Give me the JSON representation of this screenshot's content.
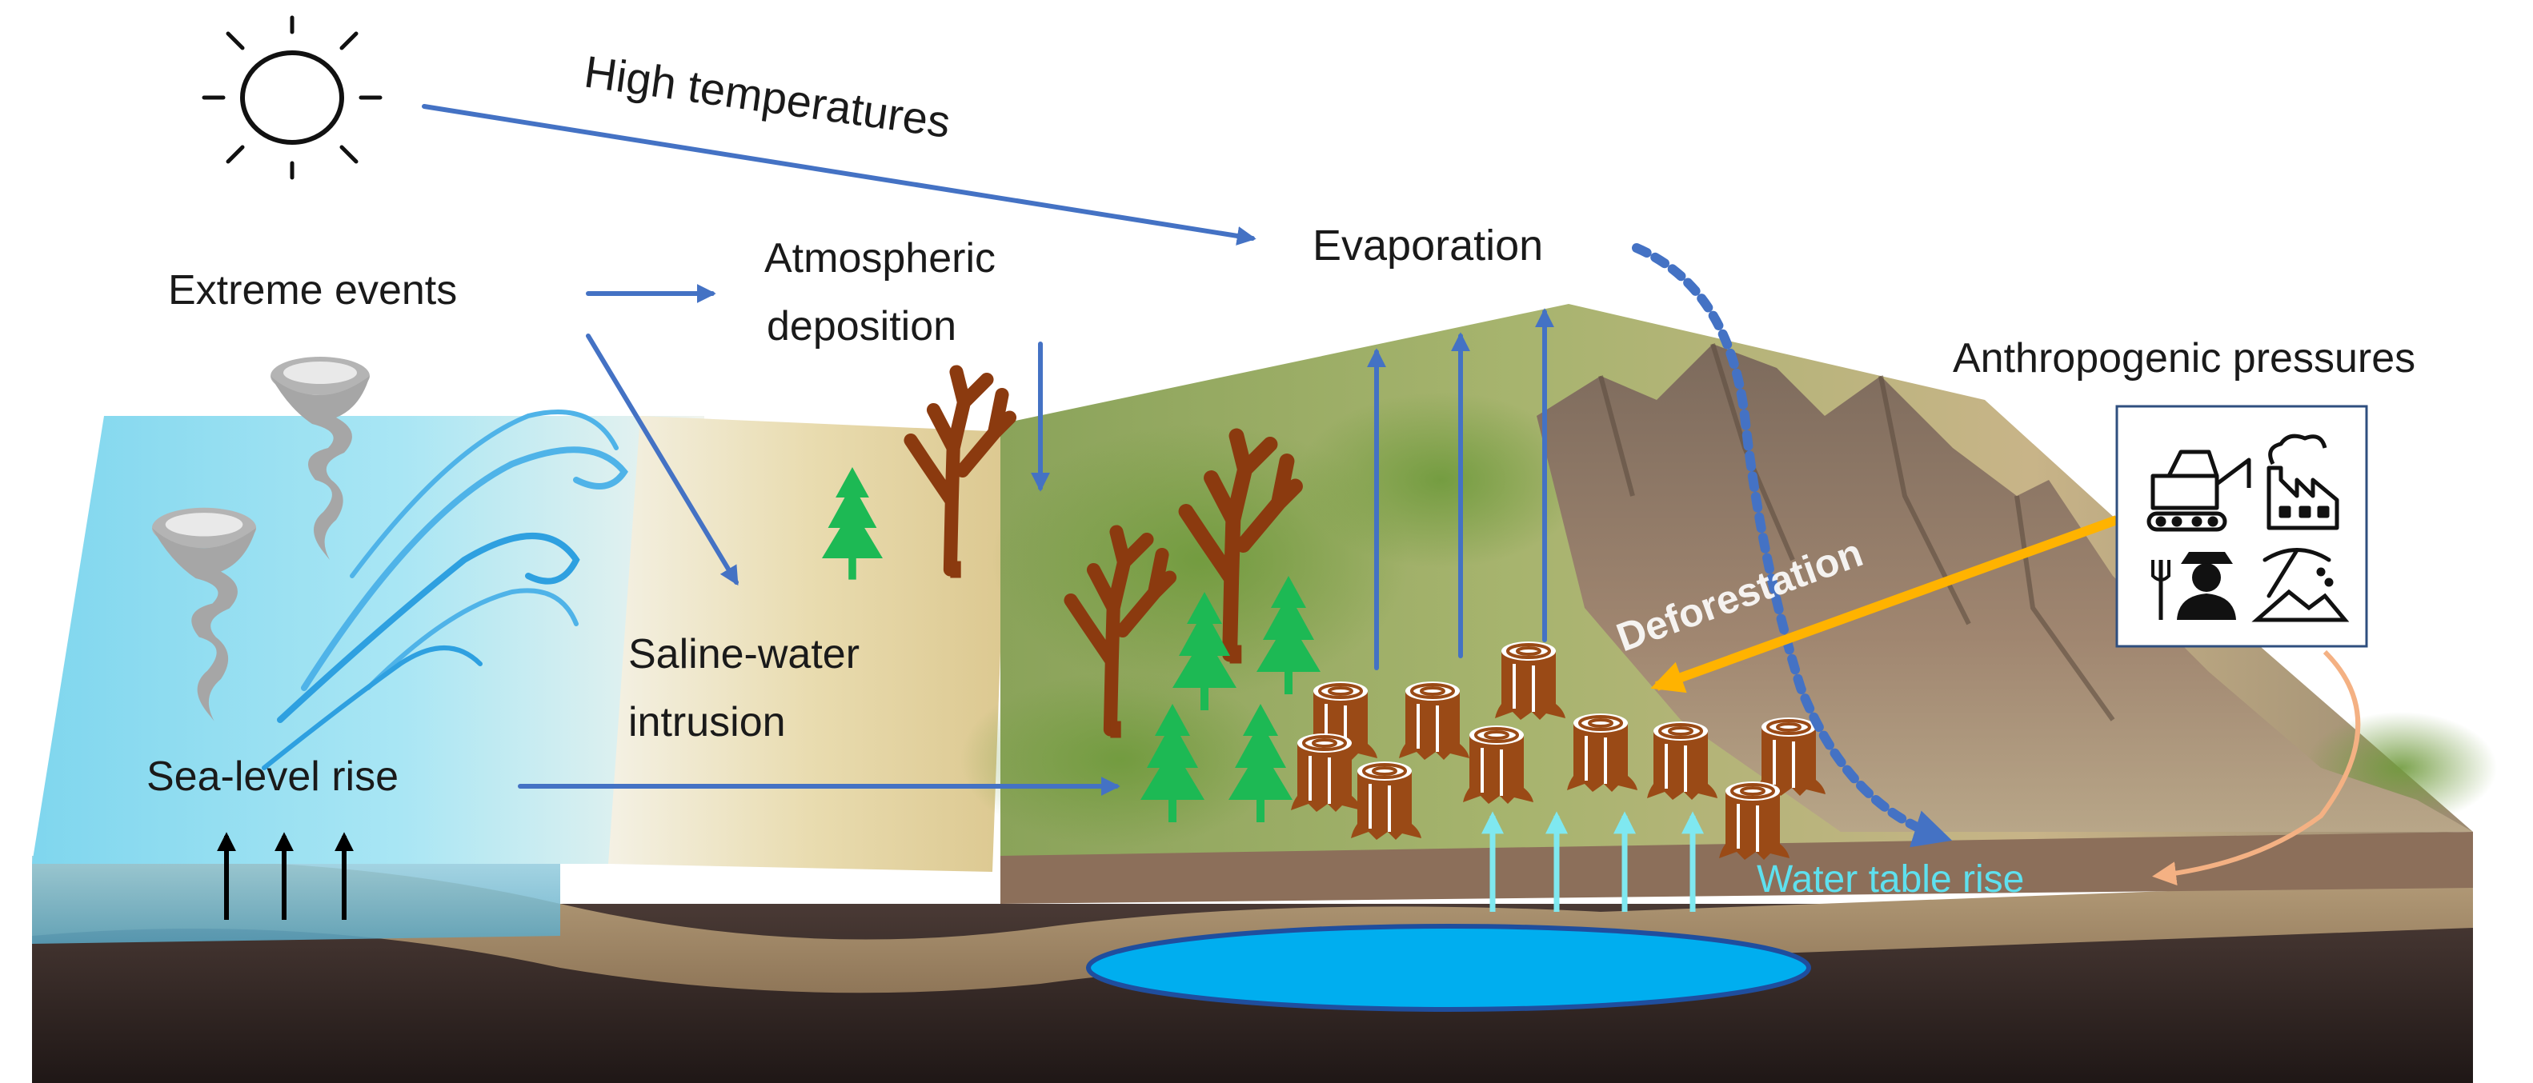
{
  "labels": {
    "high_temperatures": "High temperatures",
    "extreme_events": "Extreme events",
    "atmospheric_deposition_line1": "Atmospheric",
    "atmospheric_deposition_line2": "deposition",
    "evaporation": "Evaporation",
    "anthropogenic_pressures": "Anthropogenic pressures",
    "deforestation": "Deforestation",
    "saline_water_intrusion_line1": "Saline-water",
    "saline_water_intrusion_line2": "intrusion",
    "sea_level_rise": "Sea-level rise",
    "water_table_rise": "Water table rise"
  },
  "colors": {
    "process_arrow": "#4472c4",
    "deforestation_arrow": "#ffb300",
    "anthropogenic_link": "#f4b183",
    "water_table_arrow": "#7fe8f0",
    "water_table_text": "#5ee0ee",
    "sea_arrow": "#000000",
    "sea": "#7fd6ee",
    "aquifer": "#00aeef",
    "conifer": "#1db954",
    "dead_tree": "#8b3a0f",
    "stump": "#9a4a16",
    "tornado": "#a6a6a6",
    "wave": "#4fb3e8"
  },
  "icons": [
    "sun-icon",
    "tornado-icon",
    "wave-icon",
    "conifer-tree-icon",
    "dead-tree-icon",
    "tree-stump-icon",
    "excavator-icon",
    "factory-icon",
    "farmer-icon",
    "pickaxe-mining-icon"
  ]
}
